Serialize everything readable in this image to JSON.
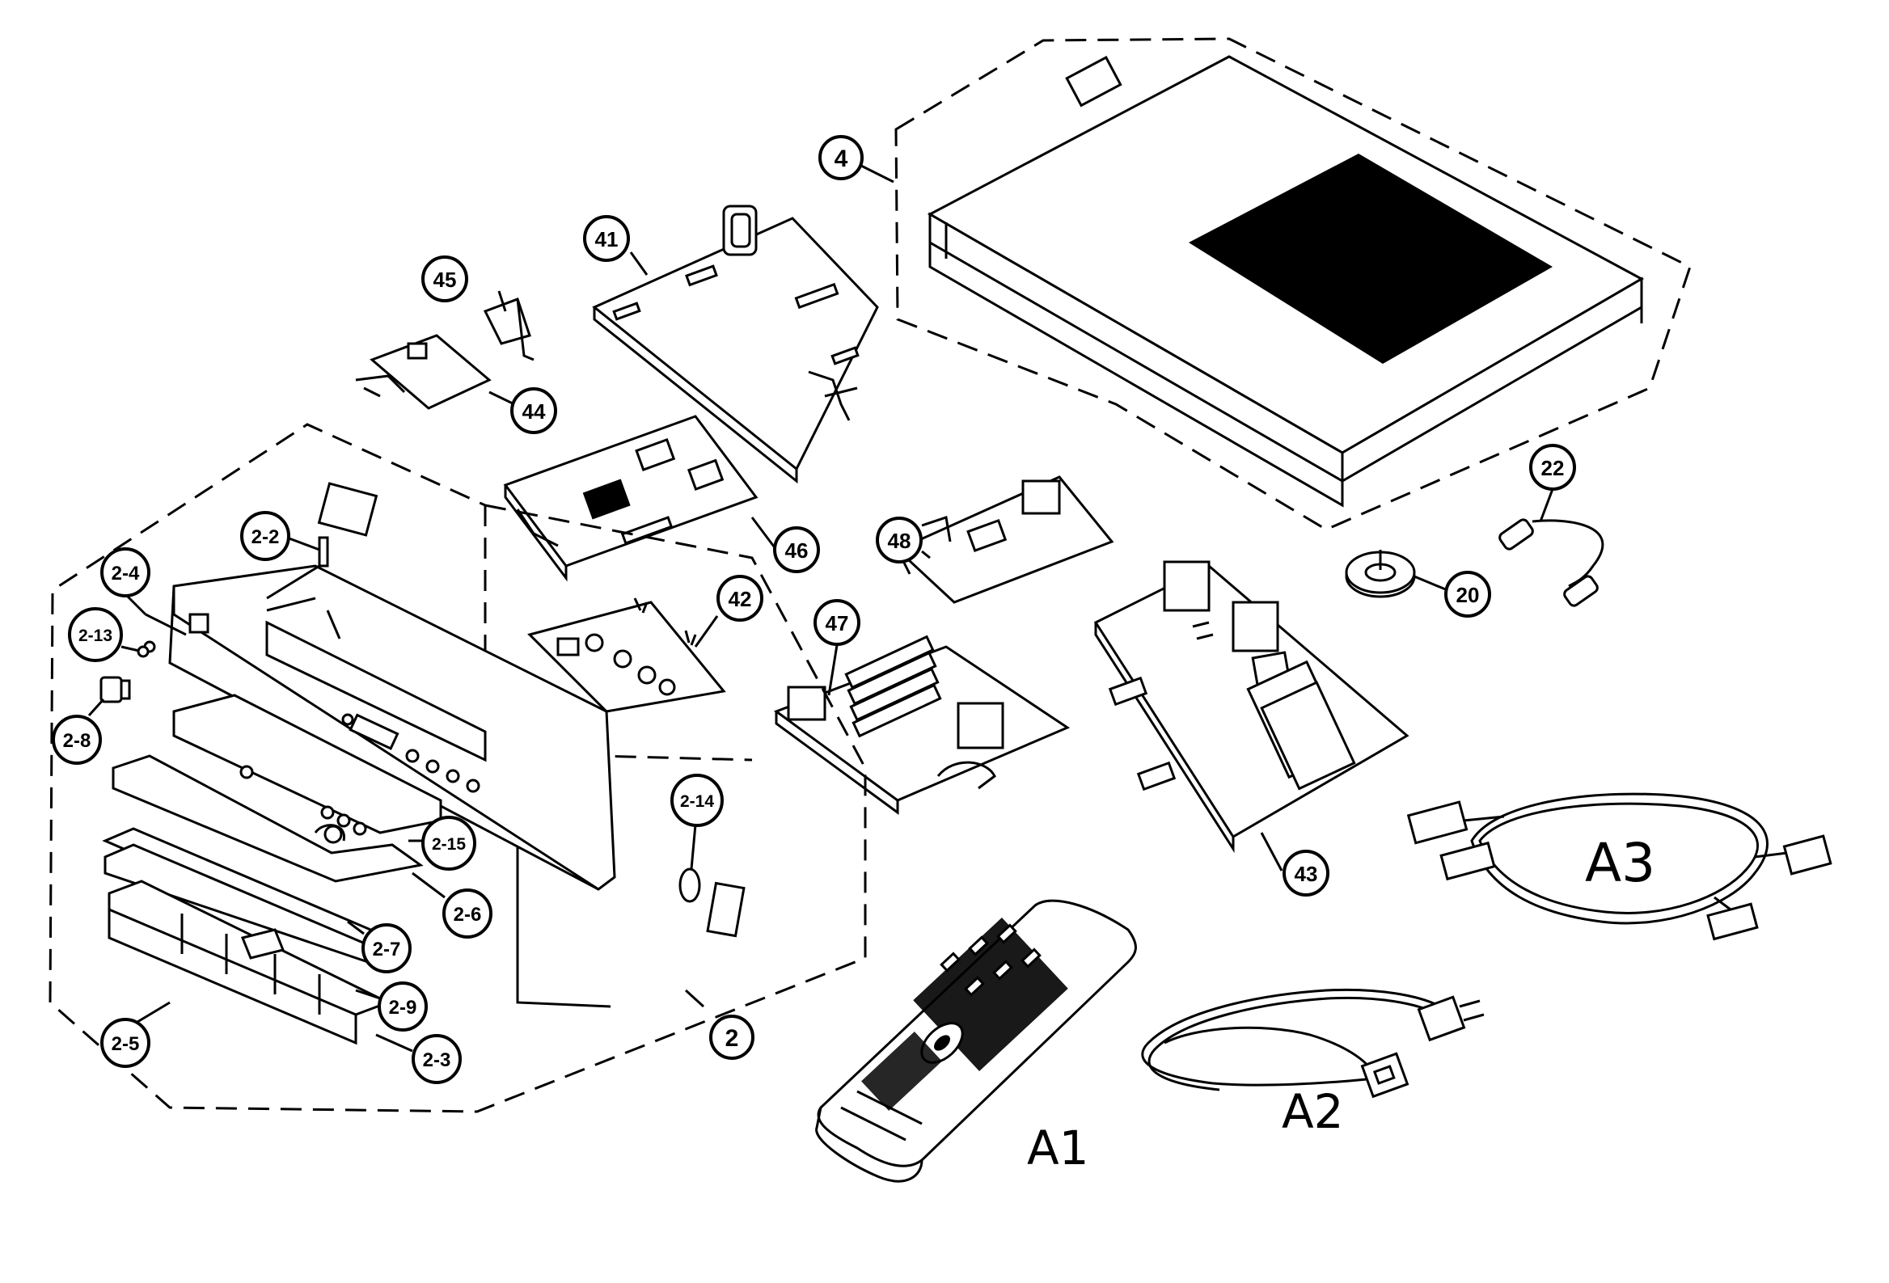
{
  "diagram": {
    "callouts": {
      "c4": "4",
      "c41": "41",
      "c45": "45",
      "c44": "44",
      "c46": "46",
      "c48": "48",
      "c42": "42",
      "c47": "47",
      "c43": "43",
      "c20": "20",
      "c22": "22",
      "c2": "2",
      "c2_2": "2-2",
      "c2_4": "2-4",
      "c2_13": "2-13",
      "c2_8": "2-8",
      "c2_14": "2-14",
      "c2_15": "2-15",
      "c2_6": "2-6",
      "c2_7": "2-7",
      "c2_9": "2-9",
      "c2_5": "2-5",
      "c2_3": "2-3"
    },
    "handwritten": {
      "a1": "A1",
      "a2": "A2",
      "a3": "A3"
    }
  }
}
